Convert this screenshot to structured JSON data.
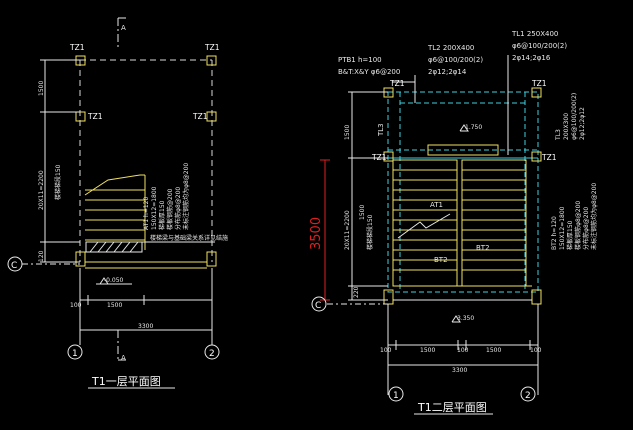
{
  "drawing1": {
    "title": "T1一层平面图",
    "column_labels": [
      "TZ1",
      "TZ1",
      "TZ1",
      "TZ1"
    ],
    "section_marks": [
      "A",
      "A"
    ],
    "grid_axes": [
      "1",
      "2",
      "C"
    ],
    "dims_bottom": [
      "100",
      "1500",
      "3300"
    ],
    "dims_left": [
      "1500",
      "20X11=2200",
      "楼梯梯段150",
      "120"
    ],
    "stair_note": [
      "AT1 h=120",
      "150X12=1800",
      "梯板厚150",
      "楼板钢筋@200",
      "分布筋φ8@200",
      "未标注钢筋均为φ8@200"
    ],
    "slab_note": "楼梯梁与基础梁关系详见结施",
    "level_mark": "-0.050"
  },
  "drawing2": {
    "title": "T1二层平面图",
    "column_labels": [
      "TZ1",
      "TZ1",
      "TZ1",
      "TZ1"
    ],
    "beam_labels": {
      "ptb": [
        "PTB1 h=100",
        "B&T:X&Y φ6@200"
      ],
      "tl2": [
        "TL2 200X400",
        "φ6@100/200(2)",
        "2φ12;2φ14"
      ],
      "tl1": [
        "TL1 250X400",
        "φ6@100/200(2)",
        "2φ14;2φ16"
      ],
      "tl3_left": "TL3",
      "tl3_right": [
        "TL3",
        "200X300",
        "φ6@100/200(2)",
        "2φ12;2φ12"
      ]
    },
    "flight_labels": [
      "AT1",
      "BT2",
      "BT2"
    ],
    "bt2_note": [
      "BT2 h=120",
      "150X12=1800",
      "梯板厚150",
      "楼板钢筋φ8@200",
      "分布筋φ8@200",
      "未标注钢筋均为φ8@200"
    ],
    "level_marks": [
      "1.750",
      "3.350"
    ],
    "red_dim": "3500",
    "grid_axes": [
      "1",
      "2",
      "C"
    ],
    "dims_bottom": [
      "100",
      "1500",
      "100",
      "1500",
      "100",
      "3300"
    ],
    "dims_left": [
      "1500",
      "20X11=2200",
      "1500",
      "220",
      "楼梯梯段150"
    ]
  }
}
